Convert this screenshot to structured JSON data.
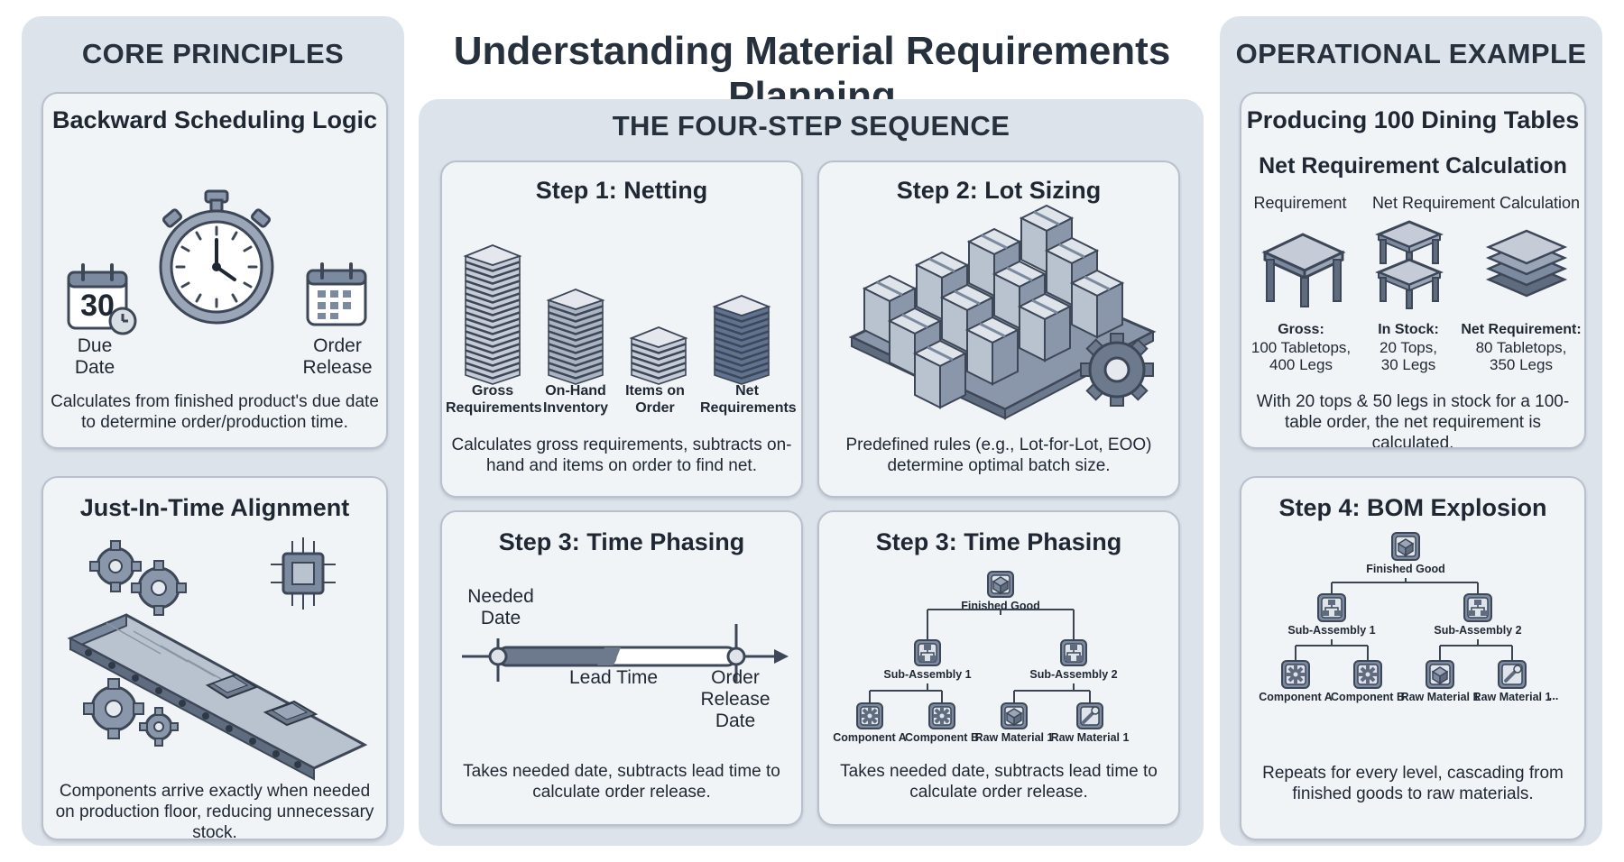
{
  "main_title": "Understanding Material Requirements Planning",
  "left": {
    "title": "CORE PRINCIPLES",
    "backward": {
      "title": "Backward Scheduling Logic",
      "calendar_day": "30",
      "due_label": "Due\nDate",
      "order_label": "Order\nRelease",
      "desc": "Calculates from finished product's due date to determine order/production time."
    },
    "jit": {
      "title": "Just-In-Time Alignment",
      "desc": "Components arrive exactly when needed on production floor, reducing unnecessary stock."
    }
  },
  "center": {
    "title": "THE FOUR-STEP SEQUENCE",
    "netting": {
      "title": "Step 1: Netting",
      "labels": [
        "Gross\nRequirements",
        "On-Hand\nInventory",
        "Items on\nOrder",
        "Net\nRequirements"
      ],
      "desc": "Calculates gross requirements, subtracts on-hand and items on order to find net."
    },
    "lot": {
      "title": "Step 2: Lot Sizing",
      "desc": "Predefined rules (e.g., Lot-for-Lot, EOO) determine optimal batch size."
    },
    "phasing": {
      "title": "Step 3: Time Phasing",
      "needed": "Needed\nDate",
      "lead": "Lead Time",
      "release": "Order\nRelease\nDate",
      "desc": "Takes needed date, subtracts lead time to calculate order release."
    },
    "phasing2": {
      "title": "Step 3: Time Phasing",
      "tree": {
        "root": "Finished Good",
        "subs": [
          "Sub-Assembly 1",
          "Sub-Assembly 2"
        ],
        "leaves": [
          "Component A",
          "Component B",
          "Raw Material 1",
          "Raw Material 1"
        ]
      },
      "desc": "Takes needed date, subtracts lead time to calculate order release."
    }
  },
  "right": {
    "title": "OPERATIONAL EXAMPLE",
    "tables": {
      "title": "Producing 100 Dining Tables",
      "subtitle": "Net Requirement Calculation",
      "col1": "Requirement",
      "col2": "Net Requirement Calculation",
      "gross_head": "Gross:",
      "gross_body": "100 Tabletops,\n400 Legs",
      "stock_head": "In Stock:",
      "stock_body": "20 Tops,\n30 Legs",
      "net_head": "Net Requirement:",
      "net_body": "80 Tabletops,\n350 Legs",
      "desc": "With 20 tops & 50 legs in stock for a 100-table order, the net requirement is calculated."
    },
    "bom": {
      "title": "Step 4: BOM Explosion",
      "tree": {
        "root": "Finished Good",
        "subs": [
          "Sub-Assembly 1",
          "Sub-Assembly 2"
        ],
        "leaves": [
          "Component A",
          "Component B",
          "Raw Material 1",
          "Raw Material 1"
        ],
        "ellipsis": "..."
      },
      "desc": "Repeats for every level, cascading from finished goods to raw materials."
    }
  },
  "colors": {
    "column_bg": "#dde3ea",
    "card_bg": "#f1f4f7",
    "card_border": "#b7c0cc",
    "title_text": "#27313e",
    "icon_slate": "#7c8aa0"
  }
}
